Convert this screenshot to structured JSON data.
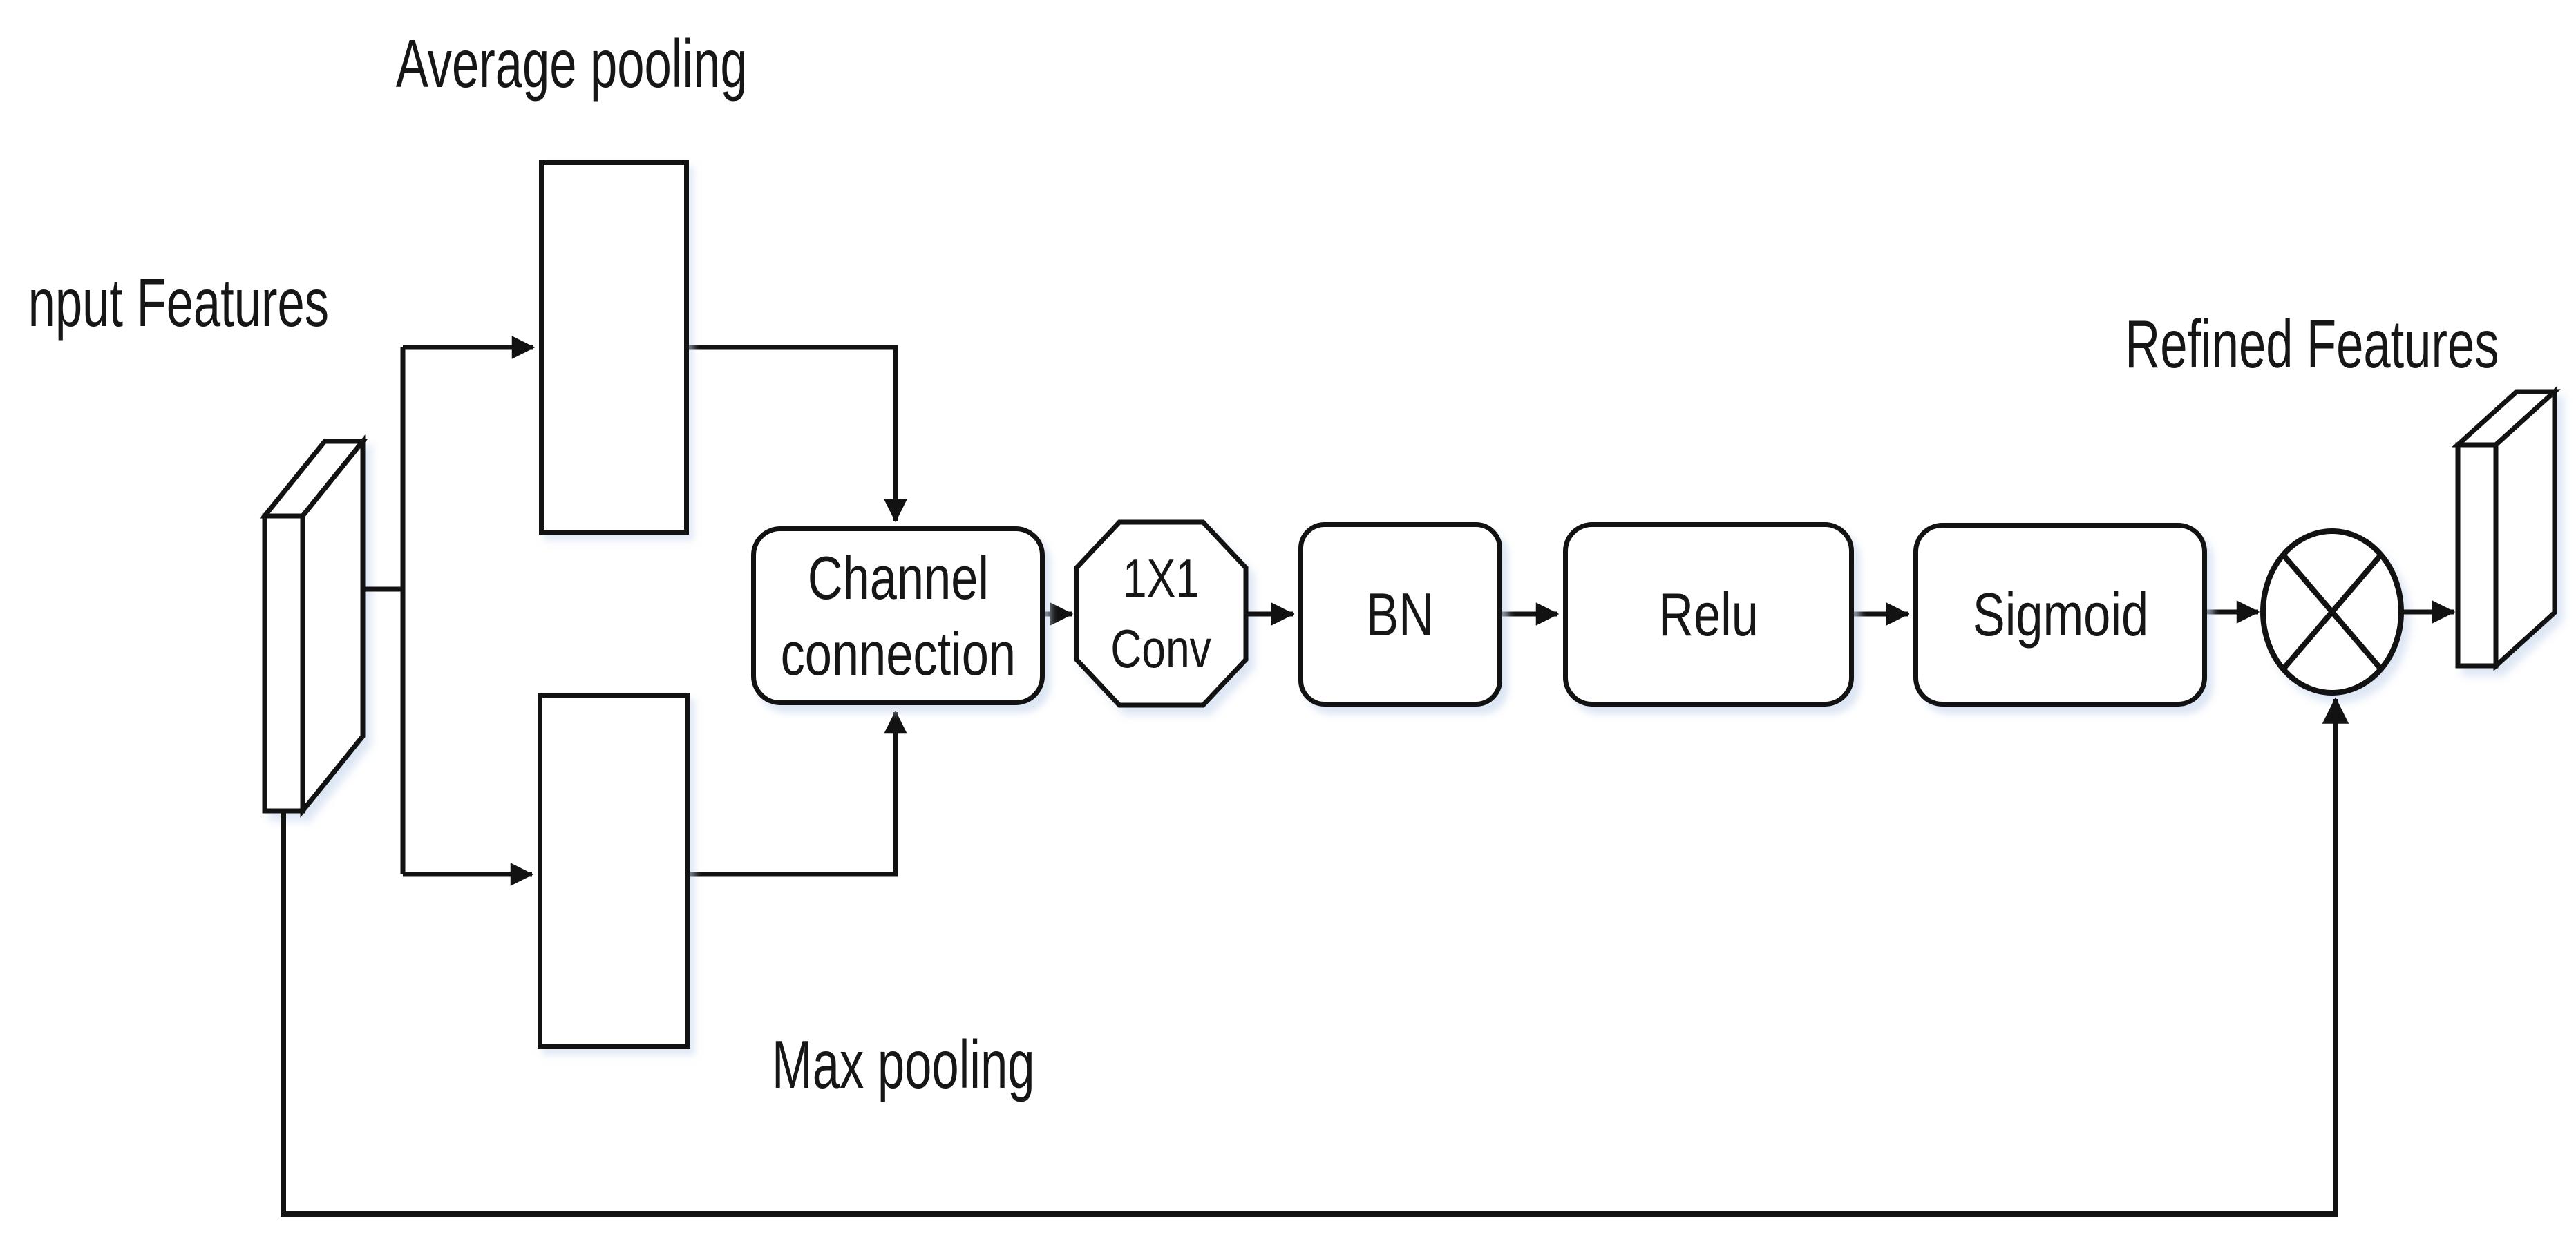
{
  "labels": {
    "average_pooling": "Average pooling",
    "input_features": "nput Features",
    "refined_features": "Refined Features",
    "max_pooling": "Max pooling"
  },
  "nodes": {
    "channel_connection": {
      "line1": "Channel",
      "line2": "connection"
    },
    "conv": {
      "line1": "1X1",
      "line2": "Conv"
    },
    "bn": "BN",
    "relu": "Relu",
    "sigmoid": "Sigmoid"
  },
  "icons": {
    "multiply": "⊗"
  },
  "colors": {
    "stroke": "#121212",
    "background": "#ffffff",
    "shadow": "#cbd9ee"
  }
}
